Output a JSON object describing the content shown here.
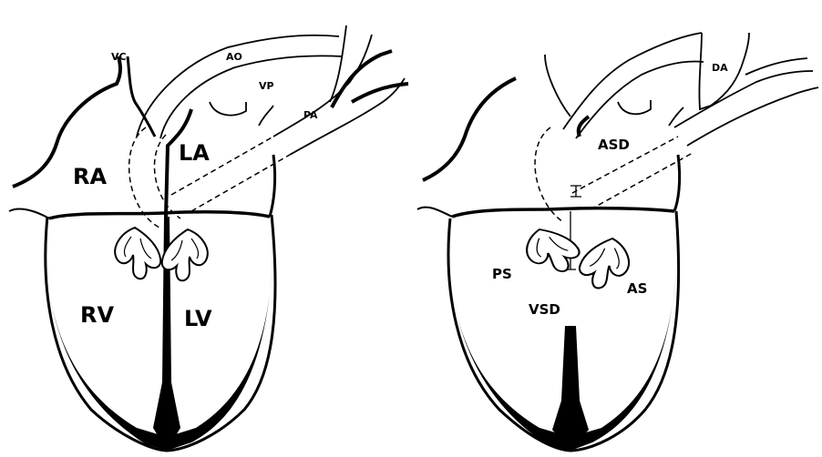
{
  "diagram": {
    "colors": {
      "ink": "#000000",
      "background": "#ffffff"
    },
    "normal_heart": {
      "labels": {
        "vc": "VC",
        "ao": "AO",
        "vp": "VP",
        "pa": "PA",
        "ra": "RA",
        "la": "LA",
        "rv": "RV",
        "lv": "LV"
      }
    },
    "defect_heart": {
      "labels": {
        "da": "DA",
        "asd": "ASD",
        "ps": "PS",
        "as": "AS",
        "vsd": "VSD"
      }
    }
  }
}
